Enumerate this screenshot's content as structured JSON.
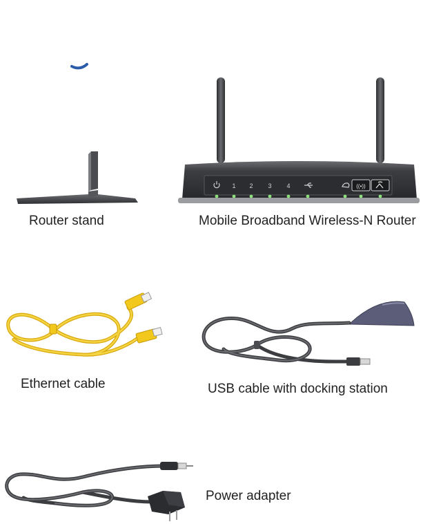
{
  "items": {
    "router_stand": {
      "label": "Router stand"
    },
    "router": {
      "label": "Mobile Broadband Wireless-N Router",
      "panel_icons": [
        "power-icon",
        "lan-port-1",
        "lan-port-2",
        "lan-port-3",
        "lan-port-4",
        "usb-icon",
        "internet-icon",
        "wireless-icon",
        "wps-icon"
      ],
      "port_numbers": [
        "1",
        "2",
        "3",
        "4"
      ]
    },
    "ethernet_cable": {
      "label": "Ethernet cable"
    },
    "usb_cable": {
      "label": "USB cable with docking station"
    },
    "power_adapter": {
      "label": "Power adapter"
    }
  },
  "colors": {
    "ethernet_yellow": "#f2c81c",
    "cable_gray": "#55575c",
    "router_body": "#3a3c40",
    "led_green": "#8fe07a",
    "accent_blue": "#2a5caa"
  }
}
